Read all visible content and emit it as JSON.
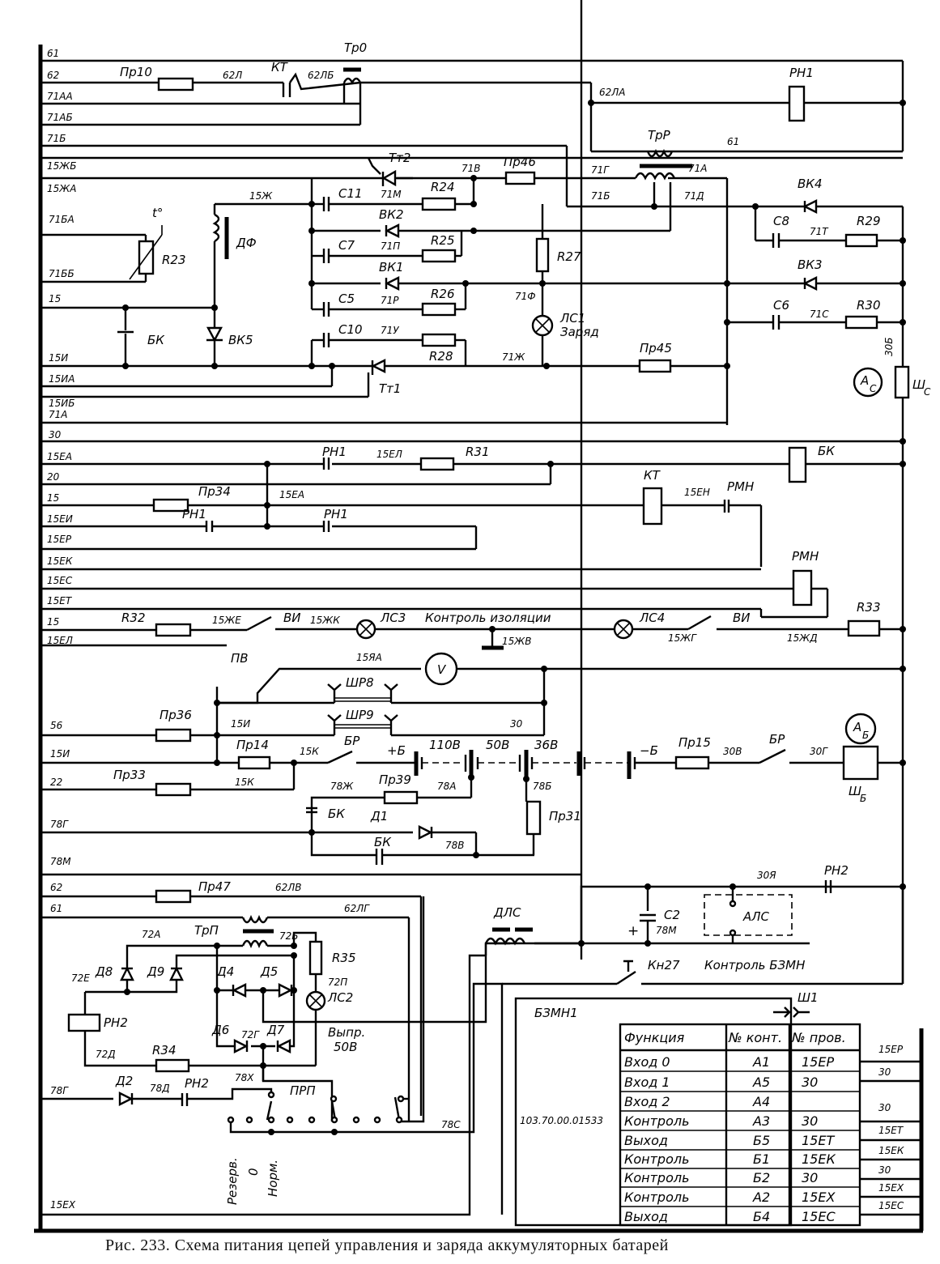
{
  "caption": "Рис. 233. Схема питания цепей управления и заряда аккумуляторных батарей",
  "bus_wires": {
    "top": [
      "61",
      "62",
      "71АА",
      "71АБ",
      "71Б",
      "15ЖБ",
      "15ЖА",
      "71БА",
      "71ББ",
      "15",
      "15И",
      "15ИА",
      "15ИБ",
      "71А",
      "30"
    ],
    "middle": [
      "15ЕА",
      "20",
      "15",
      "15ЕИ",
      "15ЕР",
      "15ЕК",
      "15ЕС",
      "15ЕТ",
      "15",
      "15ЕЛ"
    ],
    "lower": [
      "56",
      "15И",
      "22",
      "78Г",
      "78М",
      "62",
      "61",
      "78Г",
      "15ЕХ"
    ]
  },
  "top_section": {
    "fuse_pr10": "Пр10",
    "wire_62l": "62Л",
    "kt": "КТ",
    "wire_62lb": "62ЛБ",
    "tr0": "Тр0",
    "wire_62la": "62ЛА",
    "rn1": "РН1",
    "trr": "ТрР",
    "wire_61": "61",
    "tt2": "Тт2",
    "wire_71v": "71В",
    "fuse_pr46": "Пр46",
    "wire_71g": "71Г",
    "wire_71a": "71А",
    "wire_71b": "71Б",
    "wire_71d": "71Д",
    "vk4": "ВК4",
    "c8": "С8",
    "wire_71t": "71Т",
    "r29": "R29",
    "vk3": "ВК3",
    "c6": "С6",
    "wire_71s": "71С",
    "r30": "R30",
    "wire_30b": "30Б",
    "ammeter_c": "А",
    "ammeter_c_sub": "С",
    "shunt_c": "Ш",
    "shunt_c_sub": "С",
    "wire_15zh": "15Ж",
    "t_symbol": "t°",
    "r23": "R23",
    "df": "ДФ",
    "c11": "С11",
    "wire_71m": "71М",
    "r24": "R24",
    "vk2": "ВК2",
    "c7": "С7",
    "wire_71p": "71П",
    "r25": "R25",
    "vk1": "ВК1",
    "r27": "R27",
    "c5": "С5",
    "wire_71r": "71Р",
    "r26": "R26",
    "wire_71f": "71Ф",
    "ls1": "ЛС1",
    "ls1_desc": "Заряд",
    "bk_cap": "БК",
    "vk5": "ВК5",
    "c10": "С10",
    "wire_71u": "71У",
    "r28": "R28",
    "wire_71zh": "71Ж",
    "fuse_pr45": "Пр45",
    "tt1": "Тт1"
  },
  "middle_section": {
    "rn1_a": "РН1",
    "wire_15el": "15ЕЛ",
    "r31": "R31",
    "bk_coil": "БК",
    "fuse_pr34": "Пр34",
    "wire_15ea": "15ЕА",
    "kt": "КТ",
    "wire_15en": "15ЕН",
    "rmn_contact": "РМН",
    "rn1_b": "РН1",
    "rn1_c": "РН1",
    "rmn_coil": "РМН",
    "r32": "R32",
    "wire_15zhe": "15ЖЕ",
    "vi_a": "ВИ",
    "wire_15zhk": "15ЖК",
    "ls3": "ЛС3",
    "insulation_label": "Контроль изоляции",
    "wire_15zhv": "15ЖВ",
    "ls4": "ЛС4",
    "wire_15zhg": "15ЖГ",
    "vi_b": "ВИ",
    "wire_15zhd": "15ЖД",
    "r33": "R33"
  },
  "battery_section": {
    "pv": "ПВ",
    "wire_15ya": "15ЯА",
    "voltmeter": "V",
    "shr8": "ШР8",
    "shr9": "ШР9",
    "fuse_pr36": "Пр36",
    "wire_15i": "15И",
    "wire_30": "30",
    "fuse_pr14": "Пр14",
    "wire_15k_a": "15К",
    "br_a": "БР",
    "plus_b": "+Б",
    "v110": "110В",
    "v50": "50В",
    "v36": "36В",
    "minus_b": "−Б",
    "fuse_pr15": "Пр15",
    "wire_30v": "30В",
    "br_b": "БР",
    "wire_30g": "30Г",
    "ammeter_b": "А",
    "ammeter_b_sub": "Б",
    "shunt_b": "Ш",
    "shunt_b_sub": "Б",
    "fuse_pr33": "Пр33",
    "wire_15k_b": "15К",
    "wire_78zh": "78Ж",
    "fuse_pr39": "Пр39",
    "wire_78a": "78А",
    "wire_78b": "78Б",
    "bk_a": "БК",
    "d1": "Д1",
    "wire_78v": "78В",
    "bk_b": "БК",
    "fuse_pr31": "Пр31"
  },
  "bottom_section": {
    "fuse_pr47": "Пр47",
    "wire_62lv": "62ЛВ",
    "wire_62lg": "62ЛГ",
    "trp": "ТрП",
    "wire_72a": "72А",
    "wire_72b": "72Б",
    "r35": "R35",
    "wire_72e": "72Е",
    "d8": "Д8",
    "d9": "Д9",
    "d4": "Д4",
    "d5": "Д5",
    "wire_72p": "72П",
    "ls2": "ЛС2",
    "rn2_coil": "РН2",
    "d6": "Д6",
    "wire_72g": "72Г",
    "d7": "Д7",
    "rect_label": "Выпр.",
    "rect_voltage": "50В",
    "wire_72d": "72Д",
    "r34": "R34",
    "d2": "Д2",
    "wire_78d": "78Д",
    "rn2_contact": "РН2",
    "wire_78x": "78Х",
    "prp": "ПРП",
    "wire_78s": "78С",
    "pos_reserve": "Резерв.",
    "pos_zero": "0",
    "pos_norm": "Норм.",
    "dls": "ДЛС",
    "c2": "С2",
    "wire_78m": "78М",
    "plus": "+",
    "als": "АЛС",
    "wire_30ya": "30Я",
    "rn2_b": "РН2",
    "kn27": "Кн27",
    "kn27_desc": "Контроль БЗМН",
    "sh1": "Ш1"
  },
  "bzmn_block": {
    "name": "БЗМН1",
    "part_number": "103.70.00.01533",
    "columns": [
      "Функция",
      "№ конт.",
      "№ пров."
    ],
    "rows": [
      [
        "Вход 0",
        "А1",
        "15ЕР"
      ],
      [
        "Вход 1",
        "А5",
        "30"
      ],
      [
        "Вход 2",
        "А4",
        ""
      ],
      [
        "Контроль",
        "А3",
        "30"
      ],
      [
        "Выход",
        "Б5",
        "15ЕТ"
      ],
      [
        "Контроль",
        "Б1",
        "15ЕК"
      ],
      [
        "Контроль",
        "Б2",
        "30"
      ],
      [
        "Контроль",
        "А2",
        "15ЕХ"
      ],
      [
        "Выход",
        "Б4",
        "15ЕС"
      ]
    ],
    "side_wires": [
      "15ЕР",
      "30",
      "30",
      "15ЕТ",
      "15ЕК",
      "30",
      "15ЕХ",
      "15ЕС"
    ]
  }
}
